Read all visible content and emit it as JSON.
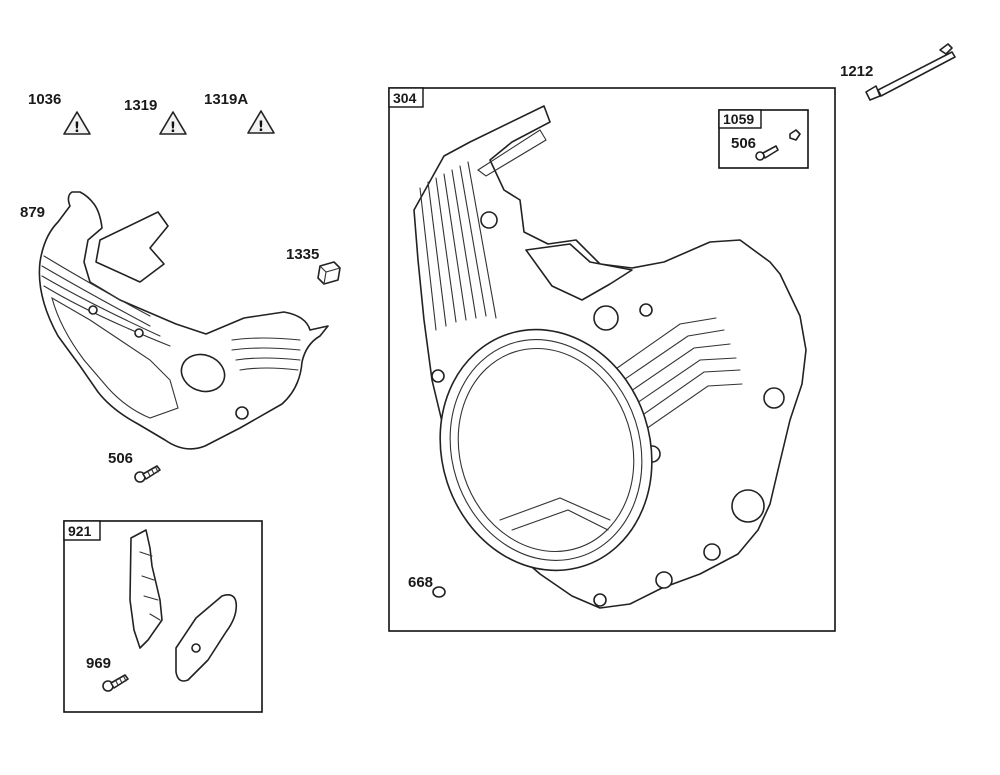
{
  "labels": {
    "l1036": "1036",
    "l1319": "1319",
    "l1319a": "1319A",
    "l879": "879",
    "l1335": "1335",
    "l506a": "506",
    "l921": "921",
    "l969": "969",
    "l304": "304",
    "l1059": "1059",
    "l506b": "506",
    "l668": "668",
    "l1212": "1212"
  },
  "warning_glyph": "!",
  "icons": {
    "warning": "warning-triangle-icon"
  }
}
